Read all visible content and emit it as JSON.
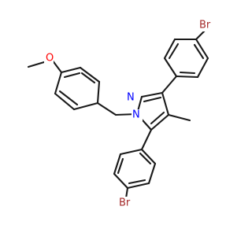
{
  "diagram": {
    "atoms": {
      "br_top": "Br",
      "br_bottom": "Br",
      "o_methoxy": "O",
      "n_pyrazole_2": "N",
      "n_pyrazole_1": "N"
    }
  }
}
